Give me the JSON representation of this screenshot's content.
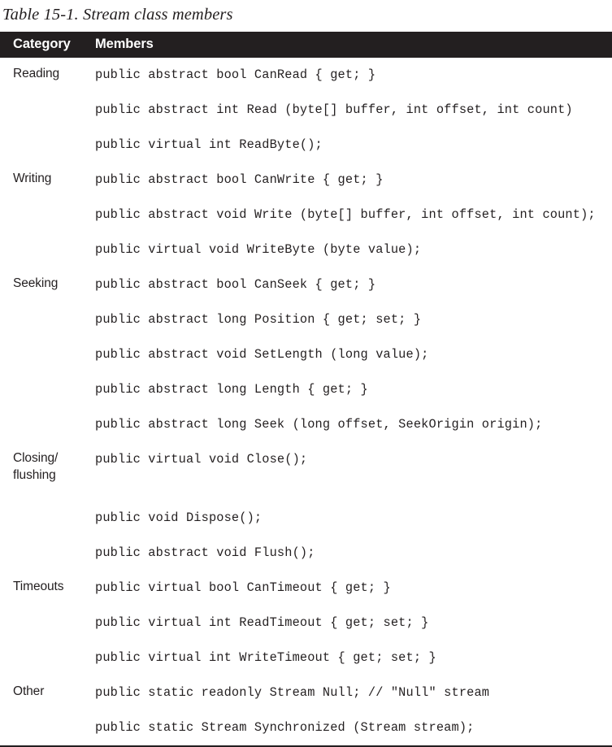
{
  "caption": "Table 15-1. Stream class members",
  "colors": {
    "header_background": "#231f20",
    "header_text": "#ffffff",
    "body_text": "#231f20",
    "page_background": "#ffffff",
    "rule": "#231f20"
  },
  "table": {
    "headers": {
      "category": "Category",
      "members": "Members"
    },
    "rows": [
      {
        "category": "Reading",
        "member": "public abstract bool CanRead { get; }"
      },
      {
        "category": "",
        "member": "public abstract int Read (byte[] buffer, int offset, int count)"
      },
      {
        "category": "",
        "member": "public virtual int ReadByte();"
      },
      {
        "category": "Writing",
        "member": "public abstract bool CanWrite { get; }"
      },
      {
        "category": "",
        "member": "public abstract void Write (byte[] buffer, int offset, int count);"
      },
      {
        "category": "",
        "member": "public virtual void WriteByte (byte value);"
      },
      {
        "category": "Seeking",
        "member": "public abstract bool CanSeek { get; }"
      },
      {
        "category": "",
        "member": "public abstract long Position { get; set; }"
      },
      {
        "category": "",
        "member": "public abstract void SetLength (long value);"
      },
      {
        "category": "",
        "member": "public abstract long Length { get; }"
      },
      {
        "category": "",
        "member": "public abstract long Seek (long offset, SeekOrigin origin);"
      },
      {
        "category": "Closing/\nflushing",
        "member": "public virtual void Close();"
      },
      {
        "category": "",
        "member": "public void Dispose();"
      },
      {
        "category": "",
        "member": "public abstract void Flush();"
      },
      {
        "category": "Timeouts",
        "member": "public virtual bool CanTimeout { get; }"
      },
      {
        "category": "",
        "member": "public virtual int ReadTimeout { get; set; }"
      },
      {
        "category": "",
        "member": "public virtual int WriteTimeout { get; set; }"
      },
      {
        "category": "Other",
        "member": "public static readonly Stream Null; // \"Null\" stream"
      },
      {
        "category": "",
        "member": "public static Stream Synchronized (Stream stream);"
      }
    ]
  }
}
